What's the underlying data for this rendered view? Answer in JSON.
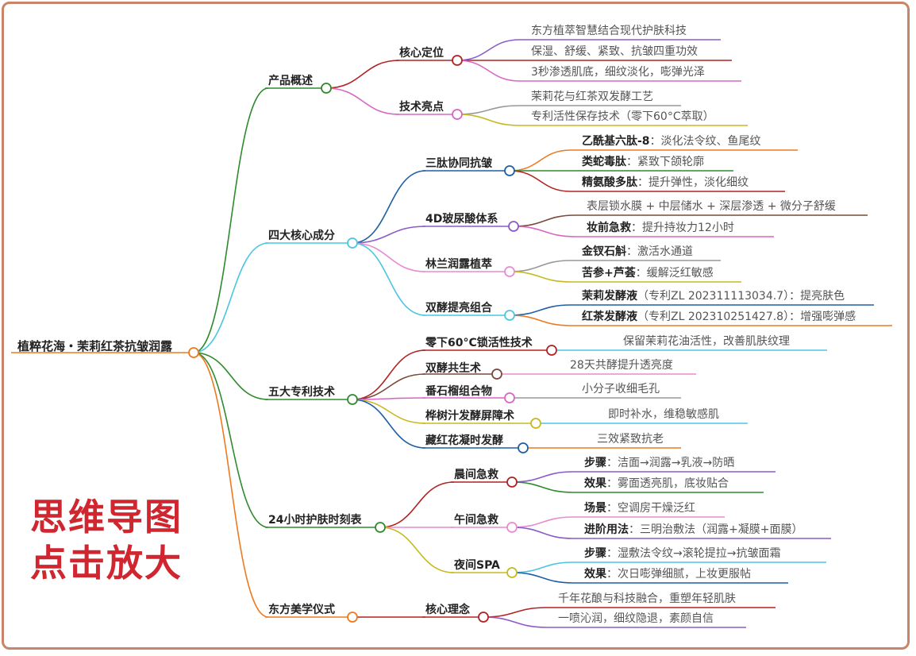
{
  "colors": {
    "frame": "#c8856a",
    "stamp": "#d0262f",
    "branch_overview": "#2e8b2e",
    "branch_ingredients": "#4cc6e0",
    "branch_patents": "#2e8b2e",
    "branch_schedule": "#2e8b2e",
    "branch_ritual": "#ee7a1f"
  },
  "root": {
    "label": "植粹花海・茉莉红茶抗皱润露"
  },
  "stamp": {
    "line1": "思维导图",
    "line2": "点击放大"
  },
  "branches": [
    {
      "label": "产品概述",
      "children": [
        {
          "label": "核心定位",
          "leaves": [
            {
              "text": "东方植萃智慧结合现代护肤科技"
            },
            {
              "text": "保湿、舒缓、紧致、抗皱四重功效"
            },
            {
              "text": "3秒渗透肌底，细纹淡化，嘭弹光泽"
            }
          ]
        },
        {
          "label": "技术亮点",
          "leaves": [
            {
              "text": "茉莉花与红茶双发酵工艺"
            },
            {
              "text": "专利活性保存技术（零下60°C萃取）"
            }
          ]
        }
      ]
    },
    {
      "label": "四大核心成分",
      "children": [
        {
          "label": "三肽协同抗皱",
          "leaves": [
            {
              "key": "乙酰基六肽-8",
              "text": "：淡化法令纹、鱼尾纹"
            },
            {
              "key": "类蛇毒肽",
              "text": "：紧致下颌轮廓"
            },
            {
              "key": "精氨酸多肽",
              "text": "：提升弹性，淡化细纹"
            }
          ]
        },
        {
          "label": "4D玻尿酸体系",
          "leaves": [
            {
              "text": "表层锁水膜 + 中层储水 + 深层渗透 + 微分子舒缓"
            },
            {
              "key": "妆前急救",
              "text": "：提升持妆力12小时"
            }
          ]
        },
        {
          "label": "林兰润露植萃",
          "leaves": [
            {
              "key": "金钗石斛",
              "text": "：激活水通道"
            },
            {
              "key": "苦参+芦荟",
              "text": "：缓解泛红敏感"
            }
          ]
        },
        {
          "label": "双酵提亮组合",
          "leaves": [
            {
              "key": "茉莉发酵液",
              "text": "（专利ZL 202311113034.7）：提亮肤色"
            },
            {
              "key": "红茶发酵液",
              "text": "（专利ZL 202310251427.8）：增强嘭弹感"
            }
          ]
        }
      ]
    },
    {
      "label": "五大专利技术",
      "children": [
        {
          "label": "零下60°C锁活性技术",
          "leaves": [
            {
              "text": "保留茉莉花油活性，改善肌肤纹理"
            }
          ]
        },
        {
          "label": "双酵共生术",
          "leaves": [
            {
              "text": "28天共酵提升透亮度"
            }
          ]
        },
        {
          "label": "番石榴组合物",
          "leaves": [
            {
              "text": "小分子收细毛孔"
            }
          ]
        },
        {
          "label": "桦树汁发酵屏障术",
          "leaves": [
            {
              "text": "即时补水，维稳敏感肌"
            }
          ]
        },
        {
          "label": "藏红花凝时发酵",
          "leaves": [
            {
              "text": "三效紧致抗老"
            }
          ]
        }
      ]
    },
    {
      "label": "24小时护肤时刻表",
      "children": [
        {
          "label": "晨间急救",
          "leaves": [
            {
              "key": "步骤",
              "text": "：洁面→润露→乳液→防晒"
            },
            {
              "key": "效果",
              "text": "：雾面透亮肌，底妆贴合"
            }
          ]
        },
        {
          "label": "午间急救",
          "leaves": [
            {
              "key": "场景",
              "text": "：空调房干燥泛红"
            },
            {
              "key": "进阶用法",
              "text": "：三明治敷法（润露+凝膜+面膜）"
            }
          ]
        },
        {
          "label": "夜间SPA",
          "leaves": [
            {
              "key": "步骤",
              "text": "：湿敷法令纹→滚轮提拉→抗皱面霜"
            },
            {
              "key": "效果",
              "text": "：次日嘭弹细腻，上妆更服帖"
            }
          ]
        }
      ]
    },
    {
      "label": "东方美学仪式",
      "children": [
        {
          "label": "核心理念",
          "leaves": [
            {
              "text": "千年花酿与科技融合，重塑年轻肌肤"
            },
            {
              "text": "一喷沁润，细纹隐退，素颜自信"
            }
          ]
        }
      ]
    }
  ]
}
